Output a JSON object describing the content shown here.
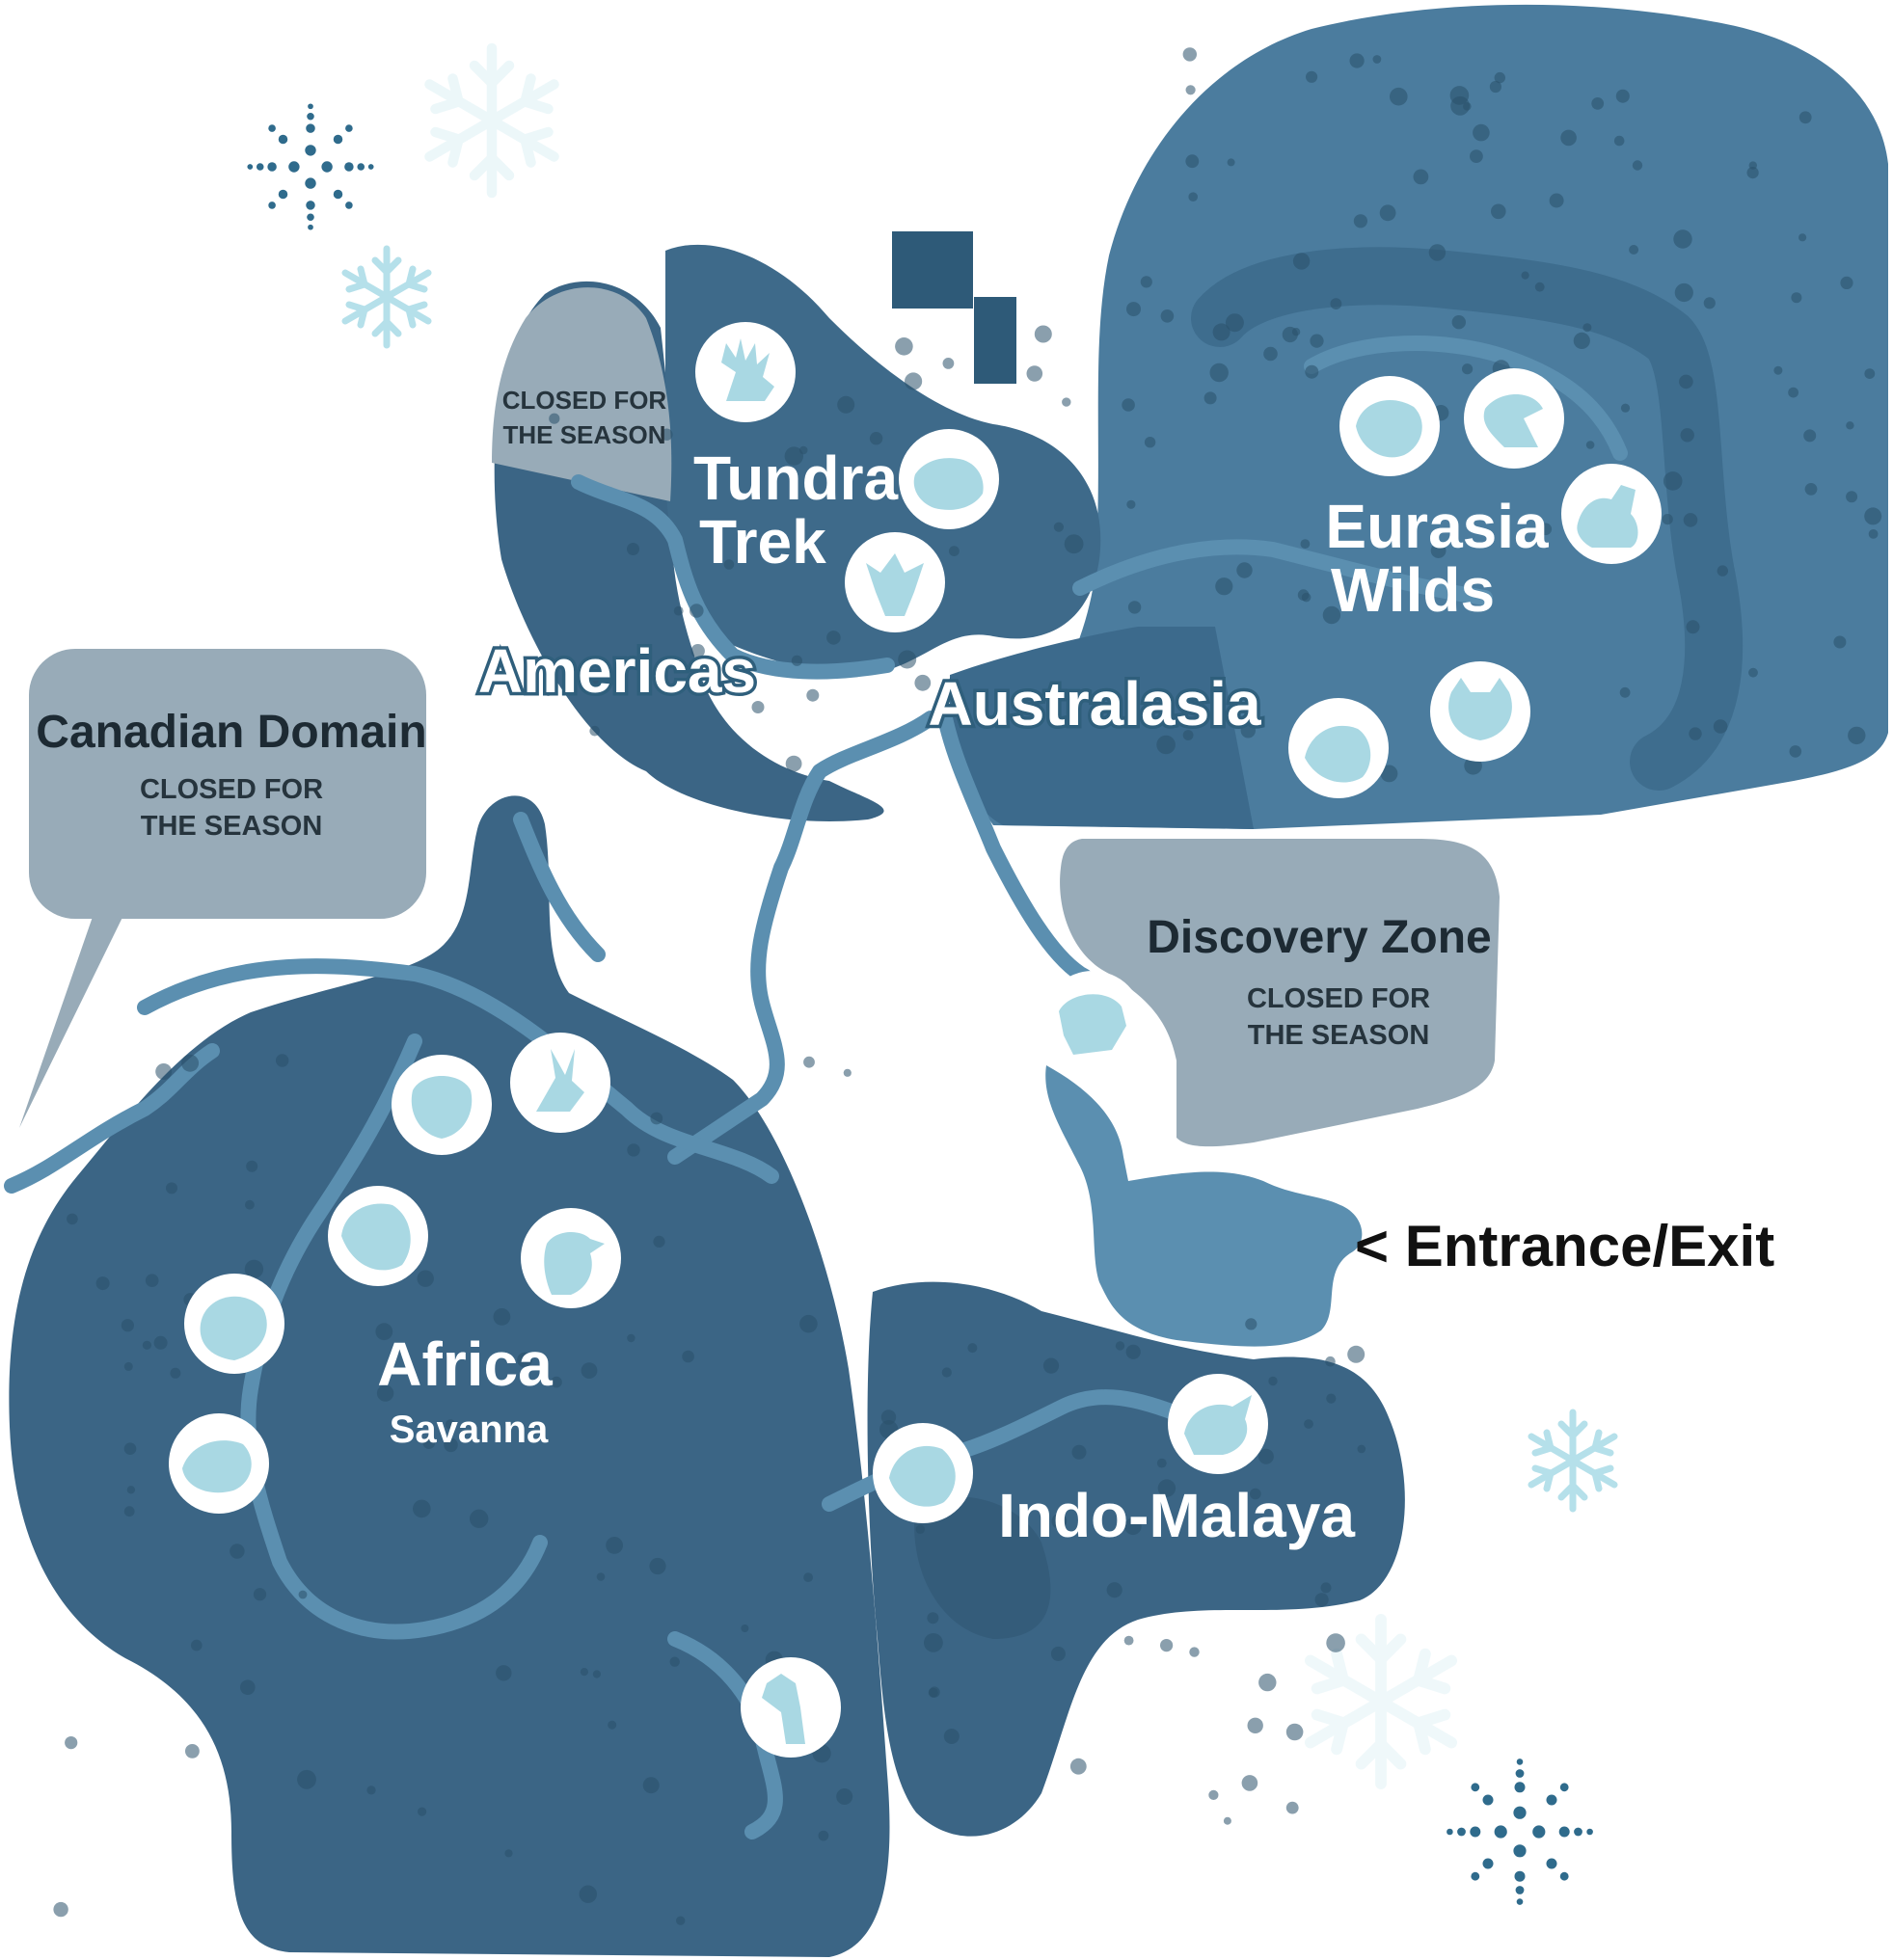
{
  "map": {
    "colors": {
      "zone_dark": "#3b6585",
      "zone_mid": "#4a7a9b",
      "zone_eurasia": "#4b7c9e",
      "path": "#5b8fb0",
      "closed": "#98abb8",
      "icon_circle": "#ffffff",
      "icon_fill": "#a9d8e3",
      "snowflake_light": "#b5e0ea",
      "snowflake_dark": "#2f6b8c"
    },
    "zones": {
      "tundra_line1": "Tundra",
      "tundra_line2": "Trek",
      "eurasia_line1": "Eurasia",
      "eurasia_line2": "Wilds",
      "americas": "Americas",
      "australasia": "Australasia",
      "africa": "Africa",
      "africa_sub": "Savanna",
      "indo_malaya": "Indo-Malaya"
    },
    "closed_areas": {
      "tundra_closed_line1": "CLOSED FOR",
      "tundra_closed_line2": "THE SEASON",
      "canadian_title": "Canadian Domain",
      "canadian_line1": "CLOSED FOR",
      "canadian_line2": "THE SEASON",
      "discovery_title": "Discovery Zone",
      "discovery_line1": "CLOSED FOR",
      "discovery_line2": "THE SEASON"
    },
    "entrance": "< Entrance/Exit",
    "animal_icons": [
      "reindeer-icon",
      "polar-bear-icon",
      "wolf-icon",
      "snow-leopard-icon",
      "eagle-icon",
      "camel-icon",
      "red-panda-icon",
      "tiger-icon",
      "bison-icon",
      "lemur-icon",
      "antelope-icon",
      "lion-icon",
      "penguin-icon",
      "gorilla-icon",
      "cheetah-icon",
      "giraffe-icon",
      "rhino-icon",
      "sumatran-tiger-icon"
    ]
  }
}
